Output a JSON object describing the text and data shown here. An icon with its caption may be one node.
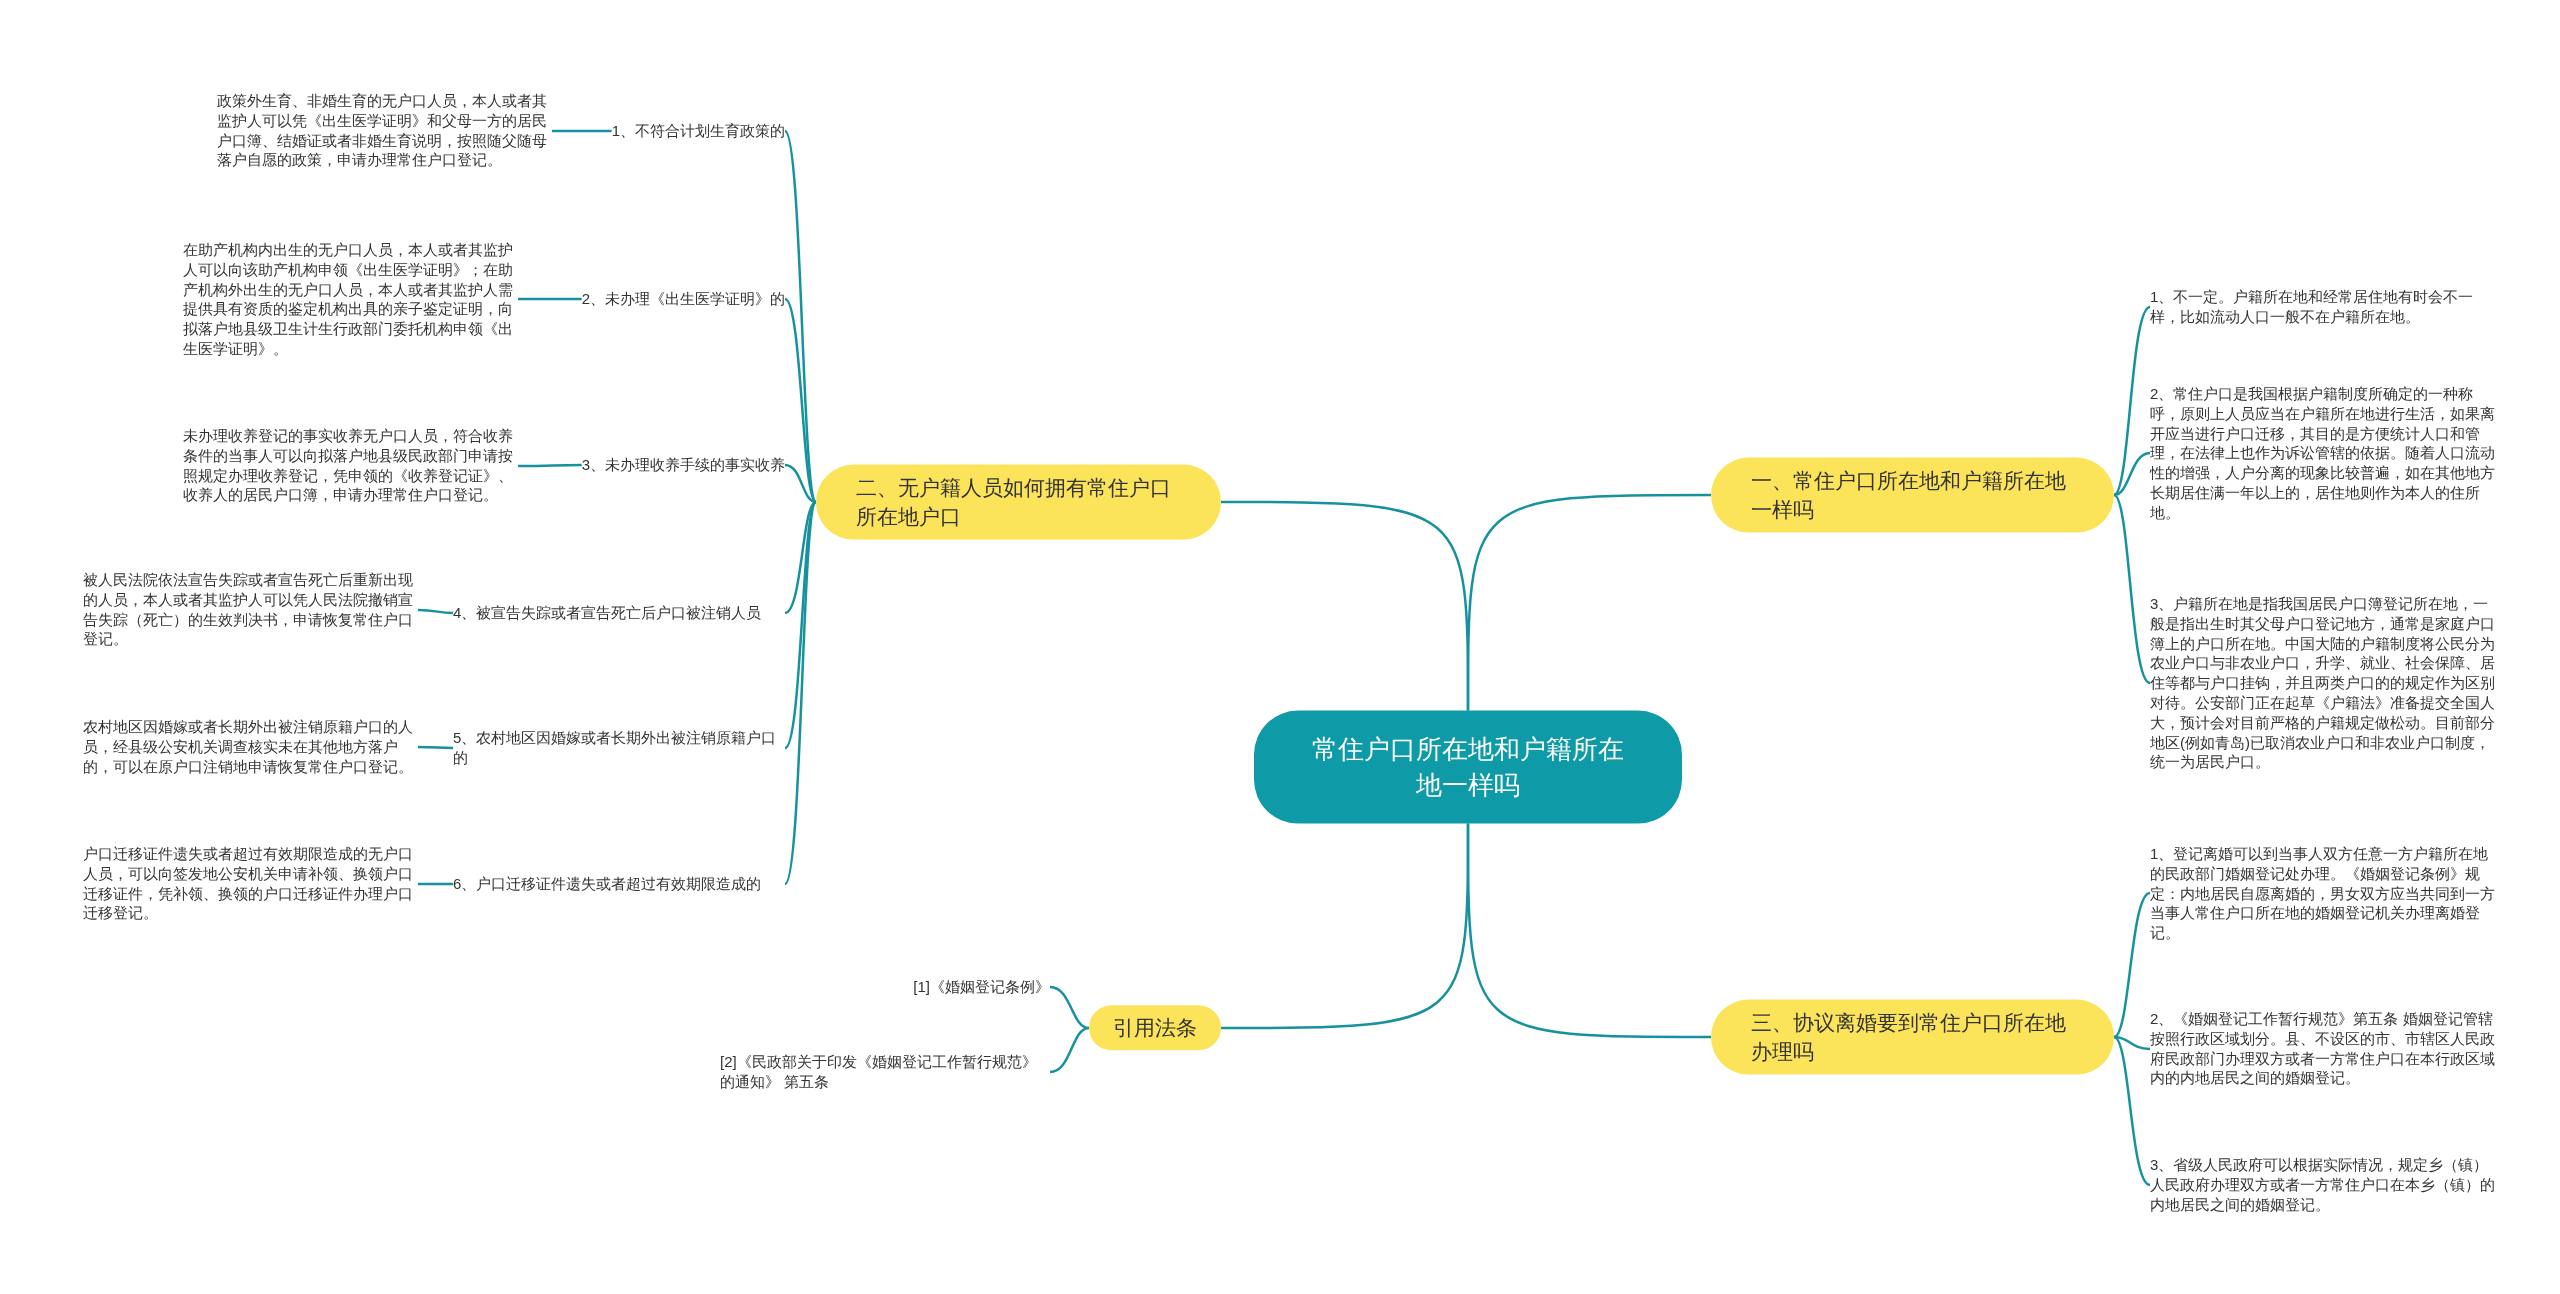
{
  "diagram": {
    "nodes": [
      {
        "text": [
          "常住户口所在地和户籍所在地一样吗"
        ]
      },
      {
        "text": [
          "一、常住户口所在地和户籍所在地一样吗"
        ]
      },
      {
        "text": [
          "1、不一定。户籍所在地和经常居住地有时会不一样，比如流动人口一般不在户籍所在地。"
        ]
      },
      {
        "text": [
          "2、常住户口是我国根据户籍制度所确定的一种称呼，原则上人员应当在户籍所在地进行生活，如果离开应当进行户口迁移，其目的是方便统计人口和管理，在法律上也作为诉讼管辖的依据。随着人口流动性的增强，人户分离的现象比较普遍，如在其他地方长期居住满一年以上的，居住地则作为本人的住所地。"
        ]
      },
      {
        "text": [
          "3、户籍所在地是指我国居民户口簿登记所在地，一般是指出生时其父母户口登记地方，通常是家庭户口簿上的户口所在地。中国大陆的户籍制度将公民分为农业户口与非农业户口，升学、就业、社会保障、居住等都与户口挂钩，并且两类户口的的规定作为区别对待。公安部门正在起草《户籍法》准备提交全国人大，预计会对目前严格的户籍规定做松动。目前部分地区(例如青岛)已取消农业户口和非农业户口制度，统一为居民户口。"
        ]
      },
      {
        "text": [
          "三、协议离婚要到常住户口所在地办理吗"
        ]
      },
      {
        "text": [
          "1、登记离婚可以到当事人双方任意一方户籍所在地的民政部门婚姻登记处办理。《婚姻登记条例》规定：内地居民自愿离婚的，男女双方应当共同到一方当事人常住户口所在地的婚姻登记机关办理离婚登记。"
        ]
      },
      {
        "text": [
          "2、《婚姻登记工作暂行规范》第五条 婚姻登记管辖按照行政区域划分。县、不设区的市、市辖区人民政府民政部门办理双方或者一方常住户口在本行政区域内的内地居民之间的婚姻登记。"
        ]
      },
      {
        "text": [
          "3、省级人民政府可以根据实际情况，规定乡（镇）人民政府办理双方或者一方常住户口在本乡（镇）的内地居民之间的婚姻登记。"
        ]
      },
      {
        "text": [
          "二、无户籍人员如何拥有常住户口所在地户口"
        ]
      },
      {
        "text": [
          "1、不符合计划生育政策的"
        ]
      },
      {
        "text": [
          "2、未办理《出生医学证明》的"
        ]
      },
      {
        "text": [
          "3、未办理收养手续的事实收养"
        ]
      },
      {
        "text": [
          "4、被宣告失踪或者宣告死亡后户口被注销人员"
        ]
      },
      {
        "text": [
          "5、农村地区因婚嫁或者长期外出被注销原籍户口的"
        ]
      },
      {
        "text": [
          "6、户口迁移证件遗失或者超过有效期限造成的"
        ]
      },
      {
        "text": [
          "政策外生育、非婚生育的无户口人员，本人或者其监护人可以凭《出生医学证明》和父母一方的居民户口簿、结婚证或者非婚生育说明，按照随父随母落户自愿的政策，申请办理常住户口登记。"
        ]
      },
      {
        "text": [
          "在助产机构内出生的无户口人员，本人或者其监护人可以向该助产机构申领《出生医学证明》；在助产机构外出生的无户口人员，本人或者其监护人需提供具有资质的鉴定机构出具的亲子鉴定证明，向拟落户地县级卫生计生行政部门委托机构申领《出生医学证明》。"
        ]
      },
      {
        "text": [
          "未办理收养登记的事实收养无户口人员，符合收养条件的当事人可以向拟落户地县级民政部门申请按照规定办理收养登记，凭申领的《收养登记证》、收养人的居民户口簿，申请办理常住户口登记。"
        ]
      },
      {
        "text": [
          "被人民法院依法宣告失踪或者宣告死亡后重新出现的人员，本人或者其监护人可以凭人民法院撤销宣告失踪（死亡）的生效判决书，申请恢复常住户口登记。"
        ]
      },
      {
        "text": [
          "农村地区因婚嫁或者长期外出被注销原籍户口的人员，经县级公安机关调查核实未在其他地方落户的，可以在原户口注销地申请恢复常住户口登记。"
        ]
      },
      {
        "text": [
          "户口迁移证件遗失或者超过有效期限造成的无户口人员，可以向签发地公安机关申请补领、换领户口迁移证件，凭补领、换领的户口迁移证件办理户口迁移登记。"
        ]
      },
      {
        "text": [
          "引用法条"
        ]
      },
      {
        "text": [
          "[1]《婚姻登记条例》"
        ]
      },
      {
        "text": [
          "[2]《民政部关于印发《婚姻登记工作暂行规范》的通知》 第五条"
        ]
      }
    ],
    "edges": [
      {
        "from": 0,
        "to": 1,
        "arrow": "none"
      },
      {
        "from": 1,
        "to": 2,
        "arrow": "none"
      },
      {
        "from": 1,
        "to": 3,
        "arrow": "none"
      },
      {
        "from": 1,
        "to": 4,
        "arrow": "none"
      },
      {
        "from": 0,
        "to": 5,
        "arrow": "none"
      },
      {
        "from": 5,
        "to": 6,
        "arrow": "none"
      },
      {
        "from": 5,
        "to": 7,
        "arrow": "none"
      },
      {
        "from": 5,
        "to": 8,
        "arrow": "none"
      },
      {
        "from": 0,
        "to": 9,
        "arrow": "none"
      },
      {
        "from": 9,
        "to": 10,
        "arrow": "none"
      },
      {
        "from": 9,
        "to": 11,
        "arrow": "none"
      },
      {
        "from": 9,
        "to": 12,
        "arrow": "none"
      },
      {
        "from": 9,
        "to": 13,
        "arrow": "none"
      },
      {
        "from": 9,
        "to": 14,
        "arrow": "none"
      },
      {
        "from": 9,
        "to": 15,
        "arrow": "none"
      },
      {
        "from": 10,
        "to": 16,
        "arrow": "none"
      },
      {
        "from": 11,
        "to": 17,
        "arrow": "none"
      },
      {
        "from": 12,
        "to": 18,
        "arrow": "none"
      },
      {
        "from": 13,
        "to": 19,
        "arrow": "none"
      },
      {
        "from": 14,
        "to": 20,
        "arrow": "none"
      },
      {
        "from": 15,
        "to": 21,
        "arrow": "none"
      },
      {
        "from": 0,
        "to": 22,
        "arrow": "none"
      },
      {
        "from": 22,
        "to": 23,
        "arrow": "none"
      },
      {
        "from": 22,
        "to": 24,
        "arrow": "none"
      }
    ]
  }
}
